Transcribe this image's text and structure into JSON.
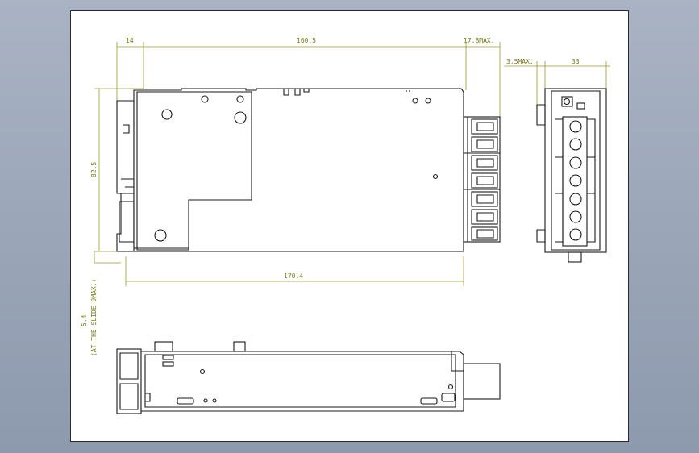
{
  "drawing": {
    "colors": {
      "background": "#98a3b6",
      "sheet": "#ffffff",
      "line": "#1a1a1a",
      "dimension": "#7a7a18"
    },
    "dimensions": {
      "d14": "14",
      "d160": "160.5",
      "d17": "17.8MAX.",
      "d35": "3.5MAX.",
      "d33": "33",
      "d82": "82.5",
      "d170": "170.4",
      "d54": "5.4",
      "slide_note": "(AT THE SLIDE 9MAX.)"
    }
  }
}
